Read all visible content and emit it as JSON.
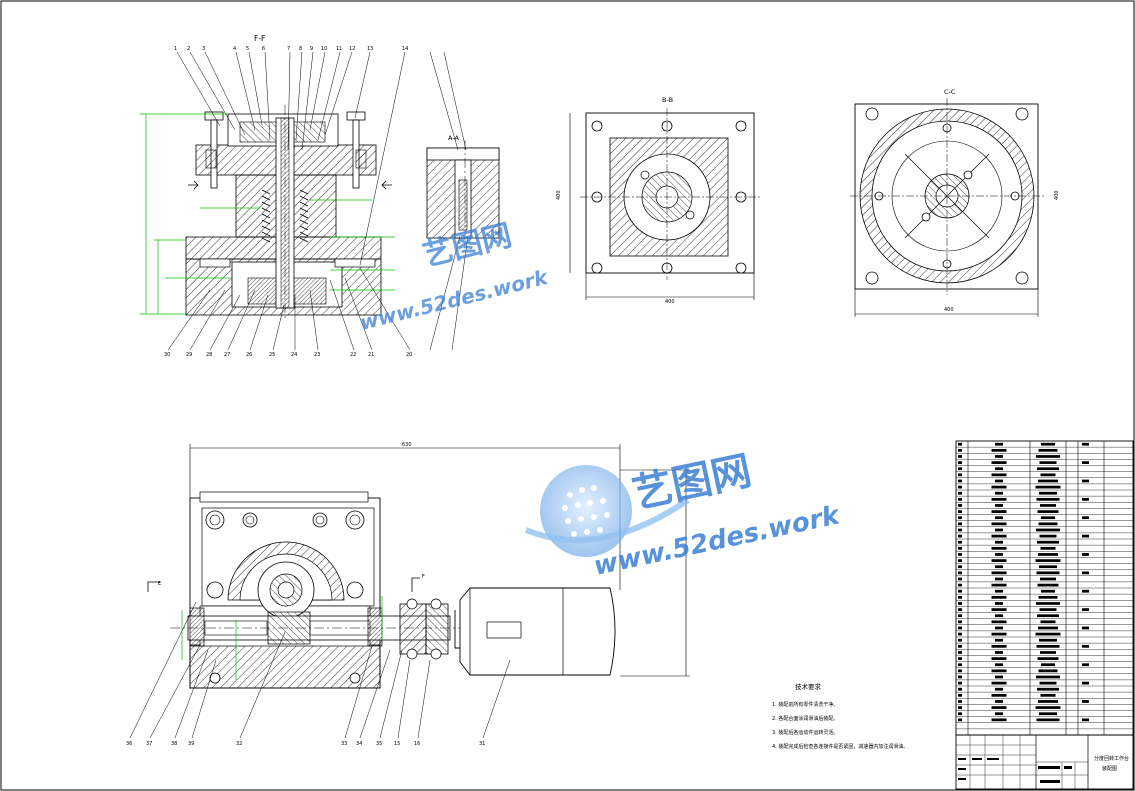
{
  "drawing": {
    "section_ff_title": "F-F",
    "section_aa_title": "A-A",
    "view_bb_title": "B-B",
    "view_cc_title": "C-C",
    "section_marker_e": "E",
    "section_marker_f": "F"
  },
  "watermark": {
    "brand": "艺图网",
    "url": "www.52des.work"
  },
  "tech_requirements": {
    "title": "技术要求",
    "items": [
      "1. 装配前所有零件清洗干净。",
      "2. 各配合面涂润滑油后装配。",
      "3. 装配后各运动件运转灵活。",
      "4. 装配完成后检查各连接件是否紧固，减速器内加注润滑油。"
    ]
  },
  "title_block": {
    "drawing_name": "分度回转工作台",
    "sub_name": "装配图"
  },
  "colors": {
    "line": "#000000",
    "dimension": "#00c000",
    "hatch": "#000000",
    "watermark": "#3a7fd5",
    "watermark_light": "#8fc0f0"
  }
}
